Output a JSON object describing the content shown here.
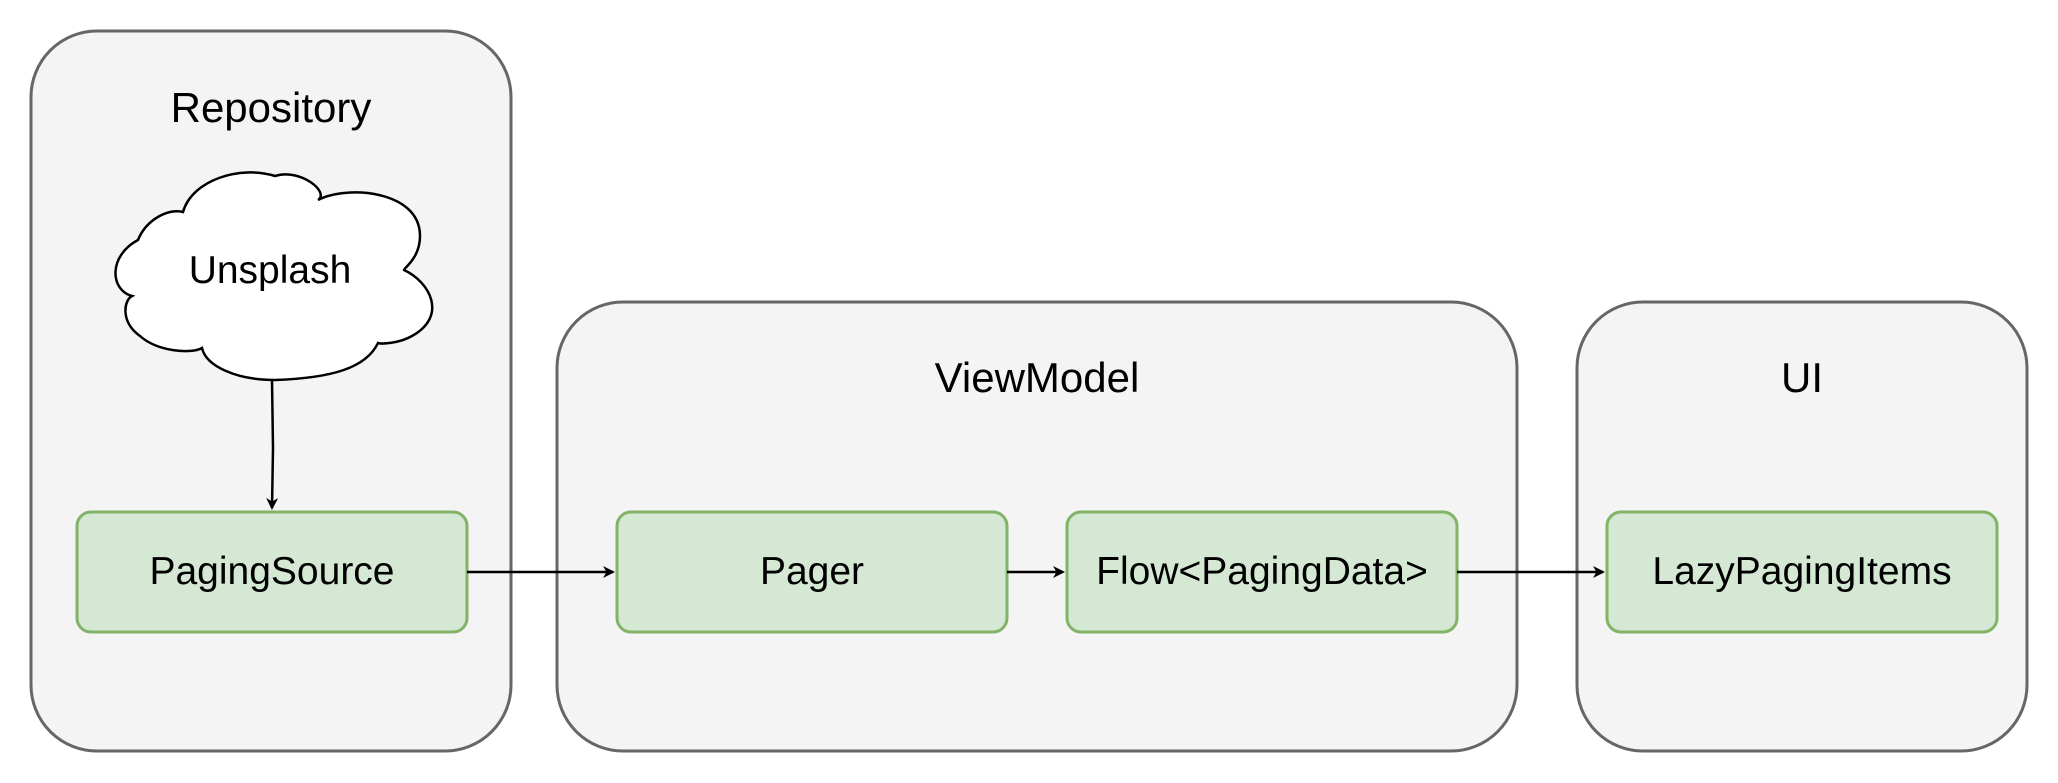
{
  "containers": {
    "repository": {
      "title": "Repository"
    },
    "viewmodel": {
      "title": "ViewModel"
    },
    "ui": {
      "title": "UI"
    }
  },
  "nodes": {
    "unsplash": {
      "label": "Unsplash",
      "shape": "cloud"
    },
    "paging_source": {
      "label": "PagingSource"
    },
    "pager": {
      "label": "Pager"
    },
    "flow": {
      "label": "Flow<PagingData>"
    },
    "lazy_items": {
      "label": "LazyPagingItems"
    }
  },
  "edges": [
    {
      "from": "Unsplash",
      "to": "PagingSource"
    },
    {
      "from": "PagingSource",
      "to": "Pager"
    },
    {
      "from": "Pager",
      "to": "Flow<PagingData>"
    },
    {
      "from": "Flow<PagingData>",
      "to": "LazyPagingItems"
    }
  ],
  "colors": {
    "container_fill": "#f4f4f4",
    "container_stroke": "#666666",
    "node_fill": "#d5e8d4",
    "node_stroke": "#82b366",
    "cloud_fill": "#ffffff",
    "edge": "#000000"
  }
}
